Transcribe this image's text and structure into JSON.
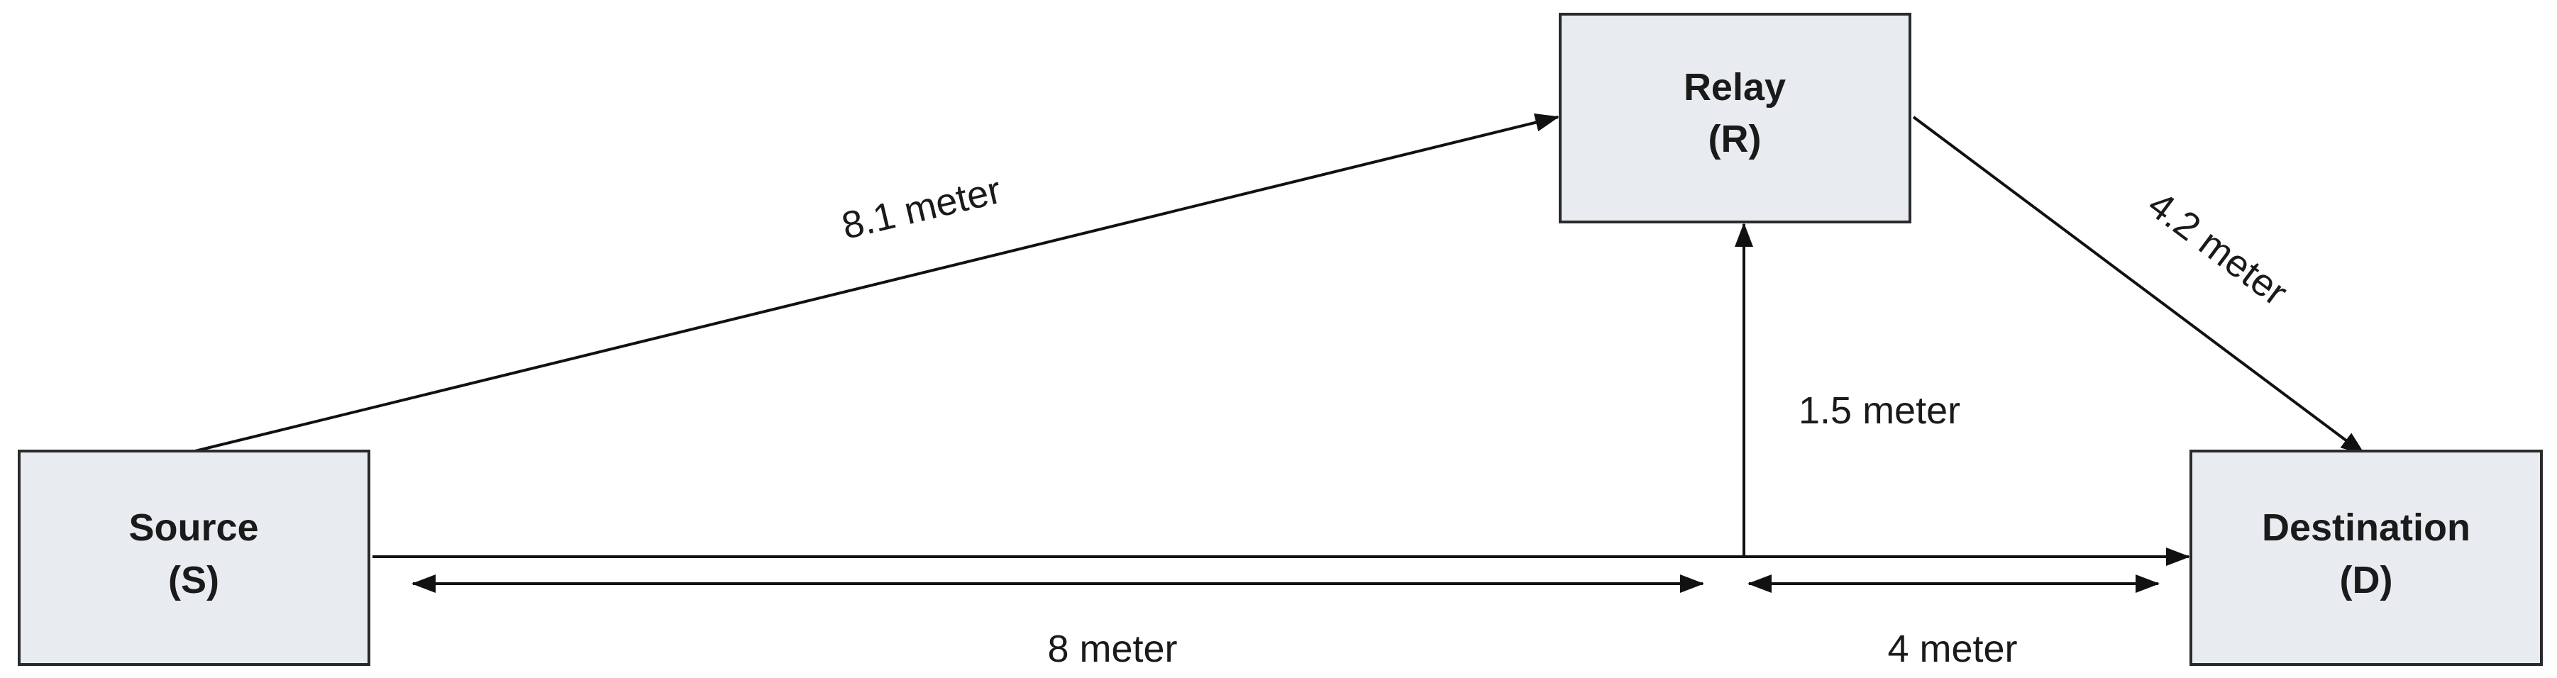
{
  "nodes": {
    "source": {
      "name": "Source",
      "symbol": "(S)"
    },
    "relay": {
      "name": "Relay",
      "symbol": "(R)"
    },
    "destination": {
      "name": "Destination",
      "symbol": "(D)"
    }
  },
  "edges": {
    "source_relay": "8.1 meter",
    "relay_destination": "4.2 meter",
    "relay_vertical": "1.5 meter",
    "source_to_relay_foot": "8 meter",
    "relay_foot_to_destination": "4 meter"
  },
  "colors": {
    "box_fill": "#e8ecf0",
    "box_stroke": "#2a2a2a",
    "line": "#111111"
  }
}
